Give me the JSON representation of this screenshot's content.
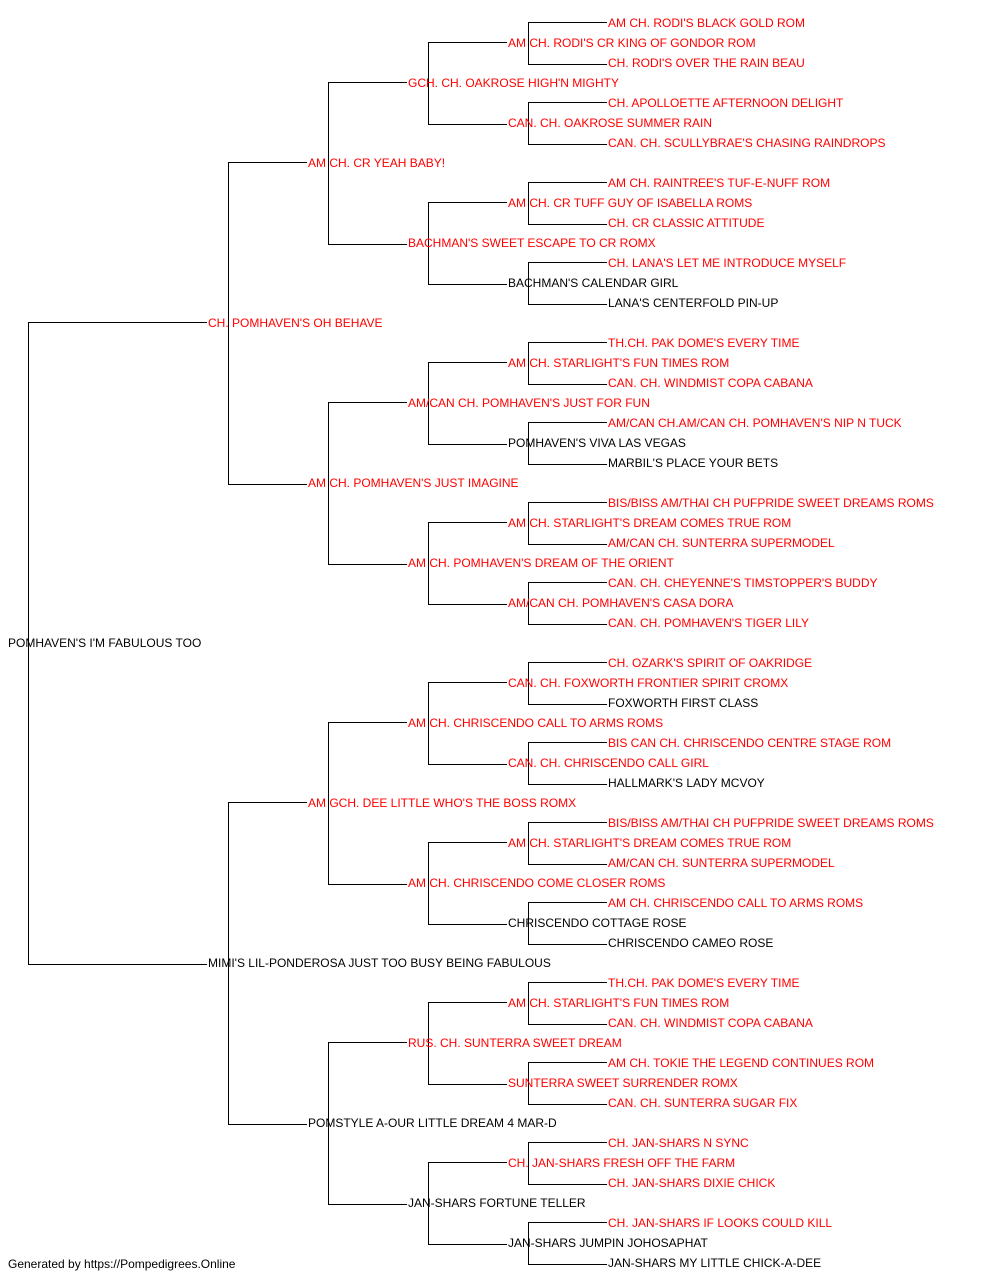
{
  "colors": {
    "champion": "#ff0000",
    "plain": "#000000",
    "connector": "#000000"
  },
  "footer": "Generated by https://Pompedigrees.Online",
  "pedigree": {
    "name": "POMHAVEN'S I'M FABULOUS TOO",
    "champion": false,
    "sire": {
      "name": "CH. POMHAVEN'S OH BEHAVE",
      "champion": true,
      "sire": {
        "name": "AM CH. CR YEAH BABY!",
        "champion": true,
        "sire": {
          "name": "GCH. CH. OAKROSE HIGH'N MIGHTY",
          "champion": true,
          "sire": {
            "name": "AM CH. RODI'S CR KING OF GONDOR ROM",
            "champion": true,
            "sire": {
              "name": "AM CH. RODI'S BLACK GOLD ROM",
              "champion": true
            },
            "dam": {
              "name": "CH. RODI'S OVER THE RAIN BEAU",
              "champion": true
            }
          },
          "dam": {
            "name": "CAN. CH. OAKROSE SUMMER RAIN",
            "champion": true,
            "sire": {
              "name": "CH. APOLLOETTE AFTERNOON DELIGHT",
              "champion": true
            },
            "dam": {
              "name": "CAN. CH. SCULLYBRAE'S CHASING RAINDROPS",
              "champion": true
            }
          }
        },
        "dam": {
          "name": "BACHMAN'S SWEET ESCAPE TO CR ROMX",
          "champion": true,
          "sire": {
            "name": "AM CH. CR TUFF GUY OF ISABELLA ROMS",
            "champion": true,
            "sire": {
              "name": "AM CH. RAINTREE'S TUF-E-NUFF ROM",
              "champion": true
            },
            "dam": {
              "name": "CH. CR CLASSIC ATTITUDE",
              "champion": true
            }
          },
          "dam": {
            "name": "BACHMAN'S CALENDAR GIRL",
            "champion": false,
            "sire": {
              "name": "CH. LANA'S LET ME INTRODUCE MYSELF",
              "champion": true
            },
            "dam": {
              "name": "LANA'S CENTERFOLD PIN-UP",
              "champion": false
            }
          }
        }
      },
      "dam": {
        "name": "AM CH. POMHAVEN'S JUST IMAGINE",
        "champion": true,
        "sire": {
          "name": "AM/CAN CH. POMHAVEN'S JUST FOR FUN",
          "champion": true,
          "sire": {
            "name": "AM CH. STARLIGHT'S FUN TIMES ROM",
            "champion": true,
            "sire": {
              "name": "TH.CH. PAK DOME'S EVERY TIME",
              "champion": true
            },
            "dam": {
              "name": "CAN. CH. WINDMIST COPA CABANA",
              "champion": true
            }
          },
          "dam": {
            "name": "POMHAVEN'S VIVA LAS VEGAS",
            "champion": false,
            "sire": {
              "name": "AM/CAN CH.AM/CAN CH. POMHAVEN'S NIP N TUCK",
              "champion": true
            },
            "dam": {
              "name": "MARBIL'S PLACE YOUR BETS",
              "champion": false
            }
          }
        },
        "dam": {
          "name": "AM CH. POMHAVEN'S DREAM OF THE ORIENT",
          "champion": true,
          "sire": {
            "name": "AM CH. STARLIGHT'S DREAM COMES TRUE ROM",
            "champion": true,
            "sire": {
              "name": "BIS/BISS AM/THAI CH PUFPRIDE SWEET DREAMS ROMS",
              "champion": true
            },
            "dam": {
              "name": "AM/CAN CH. SUNTERRA SUPERMODEL",
              "champion": true
            }
          },
          "dam": {
            "name": "AM/CAN CH. POMHAVEN'S CASA DORA",
            "champion": true,
            "sire": {
              "name": "CAN. CH. CHEYENNE'S TIMSTOPPER'S BUDDY",
              "champion": true
            },
            "dam": {
              "name": "CAN. CH. POMHAVEN'S TIGER LILY",
              "champion": true
            }
          }
        }
      }
    },
    "dam": {
      "name": "MIMI'S LIL-PONDEROSA JUST TOO BUSY BEING FABULOUS",
      "champion": false,
      "sire": {
        "name": "AM GCH. DEE LITTLE WHO'S THE BOSS ROMX",
        "champion": true,
        "sire": {
          "name": "AM CH. CHRISCENDO CALL TO ARMS ROMS",
          "champion": true,
          "sire": {
            "name": "CAN. CH. FOXWORTH FRONTIER SPIRIT CROMX",
            "champion": true,
            "sire": {
              "name": "CH. OZARK'S SPIRIT OF OAKRIDGE",
              "champion": true
            },
            "dam": {
              "name": "FOXWORTH FIRST CLASS",
              "champion": false
            }
          },
          "dam": {
            "name": "CAN. CH. CHRISCENDO CALL GIRL",
            "champion": true,
            "sire": {
              "name": "BIS CAN CH. CHRISCENDO CENTRE STAGE ROM",
              "champion": true
            },
            "dam": {
              "name": "HALLMARK'S LADY MCVOY",
              "champion": false
            }
          }
        },
        "dam": {
          "name": "AM CH. CHRISCENDO COME CLOSER ROMS",
          "champion": true,
          "sire": {
            "name": "AM CH. STARLIGHT'S DREAM COMES TRUE ROM",
            "champion": true,
            "sire": {
              "name": "BIS/BISS AM/THAI CH PUFPRIDE SWEET DREAMS ROMS",
              "champion": true
            },
            "dam": {
              "name": "AM/CAN CH. SUNTERRA SUPERMODEL",
              "champion": true
            }
          },
          "dam": {
            "name": "CHRISCENDO COTTAGE ROSE",
            "champion": false,
            "sire": {
              "name": "AM CH. CHRISCENDO CALL TO ARMS ROMS",
              "champion": true
            },
            "dam": {
              "name": "CHRISCENDO CAMEO ROSE",
              "champion": false
            }
          }
        }
      },
      "dam": {
        "name": "POMSTYLE A-OUR LITTLE DREAM 4 MAR-D",
        "champion": false,
        "sire": {
          "name": "RUS. CH. SUNTERRA SWEET DREAM",
          "champion": true,
          "sire": {
            "name": "AM CH. STARLIGHT'S FUN TIMES ROM",
            "champion": true,
            "sire": {
              "name": "TH.CH. PAK DOME'S EVERY TIME",
              "champion": true
            },
            "dam": {
              "name": "CAN. CH. WINDMIST COPA CABANA",
              "champion": true
            }
          },
          "dam": {
            "name": "SUNTERRA SWEET SURRENDER ROMX",
            "champion": true,
            "sire": {
              "name": "AM CH. TOKIE THE LEGEND CONTINUES ROM",
              "champion": true
            },
            "dam": {
              "name": "CAN. CH. SUNTERRA SUGAR FIX",
              "champion": true
            }
          }
        },
        "dam": {
          "name": "JAN-SHARS FORTUNE TELLER",
          "champion": false,
          "sire": {
            "name": "CH. JAN-SHARS FRESH OFF THE FARM",
            "champion": true,
            "sire": {
              "name": "CH. JAN-SHARS N SYNC",
              "champion": true
            },
            "dam": {
              "name": "CH. JAN-SHARS DIXIE CHICK",
              "champion": true
            }
          },
          "dam": {
            "name": "JAN-SHARS JUMPIN JOHOSAPHAT",
            "champion": false,
            "sire": {
              "name": "CH. JAN-SHARS IF LOOKS COULD KILL",
              "champion": true
            },
            "dam": {
              "name": "JAN-SHARS MY LITTLE CHICK-A-DEE",
              "champion": false
            }
          }
        }
      }
    }
  }
}
